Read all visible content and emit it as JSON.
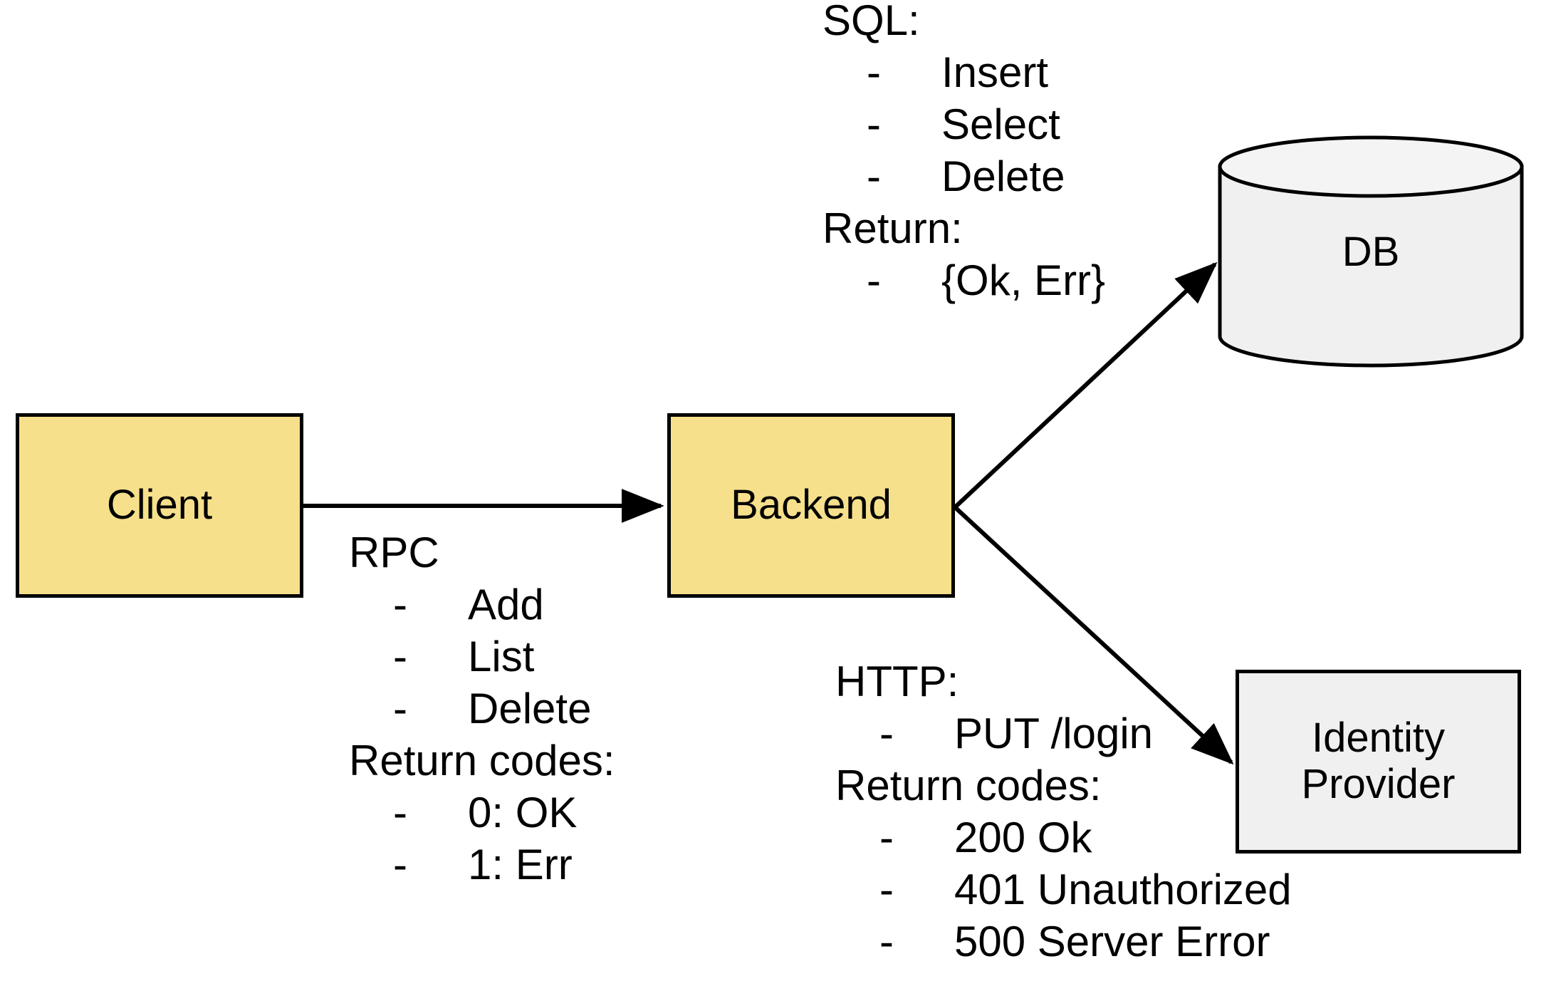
{
  "diagram": {
    "title": "Client / Backend / DB / Identity Provider architecture",
    "background_color": "#FFFFFF",
    "node_fill_yellow": "#F7E08C",
    "node_fill_gray": "#F0F0F0",
    "stroke_color": "#000000"
  },
  "nodes": {
    "client": {
      "label": "Client",
      "shape": "rectangle",
      "fill": "#F7E08C"
    },
    "backend": {
      "label": "Backend",
      "shape": "rectangle",
      "fill": "#F7E08C"
    },
    "db": {
      "label": "DB",
      "shape": "cylinder",
      "fill": "#F0F0F0"
    },
    "identity_provider": {
      "label": "Identity\nProvider",
      "line1": "Identity",
      "line2": "Provider",
      "shape": "rectangle",
      "fill": "#F0F0F0"
    }
  },
  "edges": [
    {
      "name": "client-to-backend",
      "from": "client",
      "to": "backend",
      "direction": "right",
      "label_ref": "rpc"
    },
    {
      "name": "backend-to-db",
      "from": "backend",
      "to": "db",
      "direction": "up-right",
      "label_ref": "sql"
    },
    {
      "name": "backend-to-identity-provider",
      "from": "backend",
      "to": "identity_provider",
      "direction": "down-right",
      "label_ref": "http"
    }
  ],
  "annotations": {
    "sql": {
      "heading": "SQL:",
      "items": [
        "Insert",
        "Select",
        "Delete"
      ],
      "return_heading": "Return:",
      "return_items": [
        "{Ok, Err}"
      ],
      "dash": "-"
    },
    "rpc": {
      "heading": "RPC",
      "items": [
        "Add",
        "List",
        "Delete"
      ],
      "return_heading": "Return codes:",
      "return_items": [
        "0: OK",
        "1: Err"
      ],
      "dash": "-"
    },
    "http": {
      "heading": "HTTP:",
      "items": [
        "PUT /login"
      ],
      "return_heading": "Return codes:",
      "return_items": [
        "200 Ok",
        "401 Unauthorized",
        "500 Server Error"
      ],
      "dash": "-"
    }
  }
}
